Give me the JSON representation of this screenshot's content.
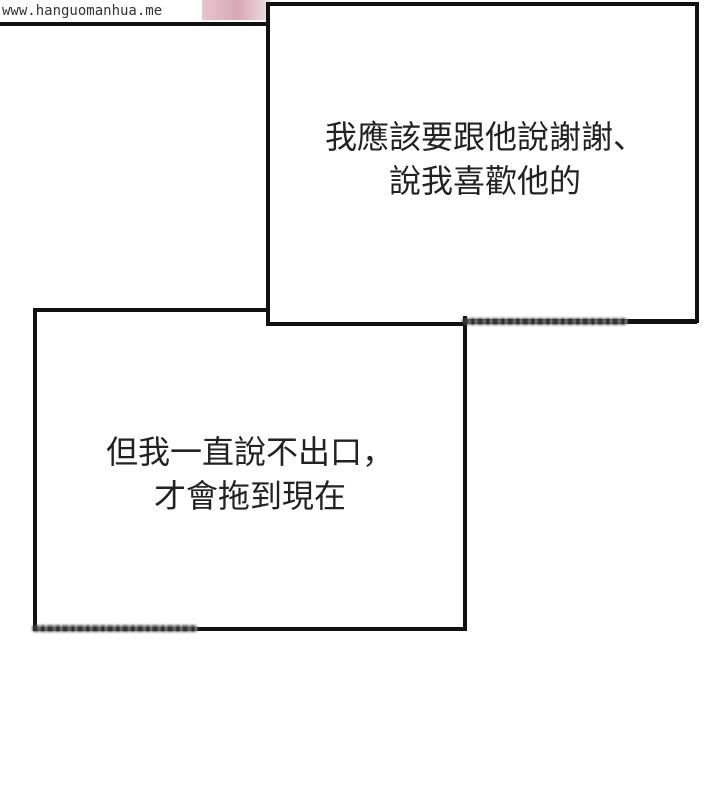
{
  "watermark": "www.hanguomanhua.me",
  "bubbles": {
    "upper": {
      "line1": "我應該要跟他說謝謝、",
      "line2": "說我喜歡他的"
    },
    "lower": {
      "line1": "但我一直說不出口，",
      "line2": "才會拖到現在"
    }
  },
  "colors": {
    "border": "#111111",
    "text": "#222222",
    "background": "#ffffff",
    "accent_strip": "#d7a9b4"
  }
}
